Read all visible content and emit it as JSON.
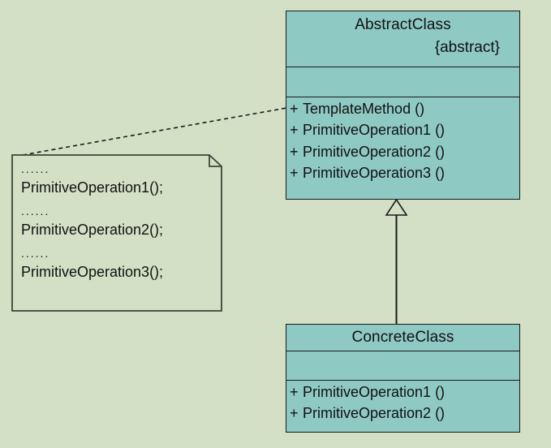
{
  "diagram": {
    "title": "Template Method pattern UML class diagram",
    "type": "uml-class-diagram",
    "background_color": "#d3e0c5",
    "class_fill_color": "#8fc9c4",
    "line_color": "#1a1a1a"
  },
  "abstract_class": {
    "name": "AbstractClass",
    "stereotype": "{abstract}",
    "attributes": [],
    "operations": [
      {
        "visibility": "+",
        "signature": "TemplateMethod ()"
      },
      {
        "visibility": "+",
        "signature": "PrimitiveOperation1 ()"
      },
      {
        "visibility": "+",
        "signature": "PrimitiveOperation2 ()"
      },
      {
        "visibility": "+",
        "signature": "PrimitiveOperation3 ()"
      }
    ]
  },
  "concrete_class": {
    "name": "ConcreteClass",
    "attributes": [],
    "operations": [
      {
        "visibility": "+",
        "signature": "PrimitiveOperation1 ()"
      },
      {
        "visibility": "+",
        "signature": "PrimitiveOperation2 ()"
      }
    ]
  },
  "note": {
    "lines": [
      {
        "dots": "......",
        "text": "PrimitiveOperation1();"
      },
      {
        "dots": "......",
        "text": "PrimitiveOperation2();"
      },
      {
        "dots": "......",
        "text": "PrimitiveOperation3();"
      }
    ]
  },
  "relationships": [
    {
      "kind": "generalization",
      "from": "ConcreteClass",
      "to": "AbstractClass",
      "style": "solid",
      "arrowhead": "hollow-triangle"
    },
    {
      "kind": "note-anchor",
      "from": "note",
      "to": "AbstractClass.TemplateMethod ()",
      "style": "dashed",
      "arrowhead": "none"
    }
  ]
}
